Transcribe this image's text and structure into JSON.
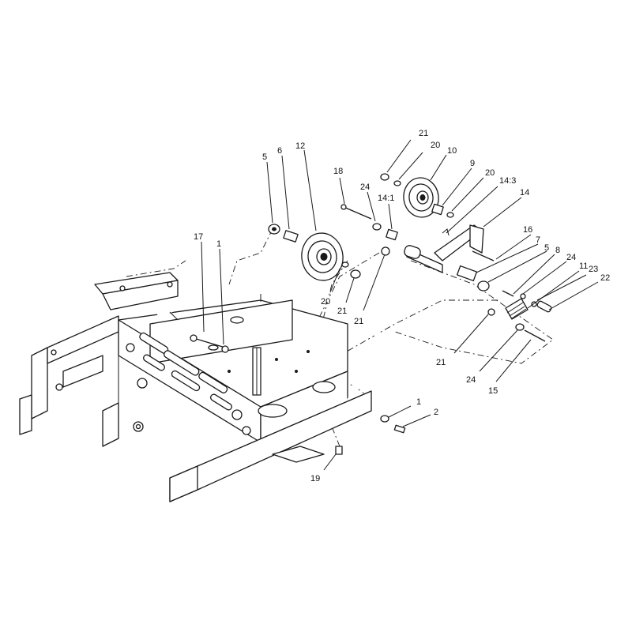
{
  "callouts": [
    {
      "label": "21"
    },
    {
      "label": "20"
    },
    {
      "label": "10"
    },
    {
      "label": "9"
    },
    {
      "label": "20"
    },
    {
      "label": "14:3"
    },
    {
      "label": "14"
    },
    {
      "label": "18"
    },
    {
      "label": "24"
    },
    {
      "label": "14:1"
    },
    {
      "label": "5"
    },
    {
      "label": "6"
    },
    {
      "label": "12"
    },
    {
      "label": "17"
    },
    {
      "label": "1"
    },
    {
      "label": "16"
    },
    {
      "label": "7"
    },
    {
      "label": "5"
    },
    {
      "label": "8"
    },
    {
      "label": "24"
    },
    {
      "label": "11"
    },
    {
      "label": "23"
    },
    {
      "label": "22"
    },
    {
      "label": "20"
    },
    {
      "label": "21"
    },
    {
      "label": "21"
    },
    {
      "label": "21"
    },
    {
      "label": "24"
    },
    {
      "label": "15"
    },
    {
      "label": "1"
    },
    {
      "label": "2"
    },
    {
      "label": "19"
    }
  ]
}
